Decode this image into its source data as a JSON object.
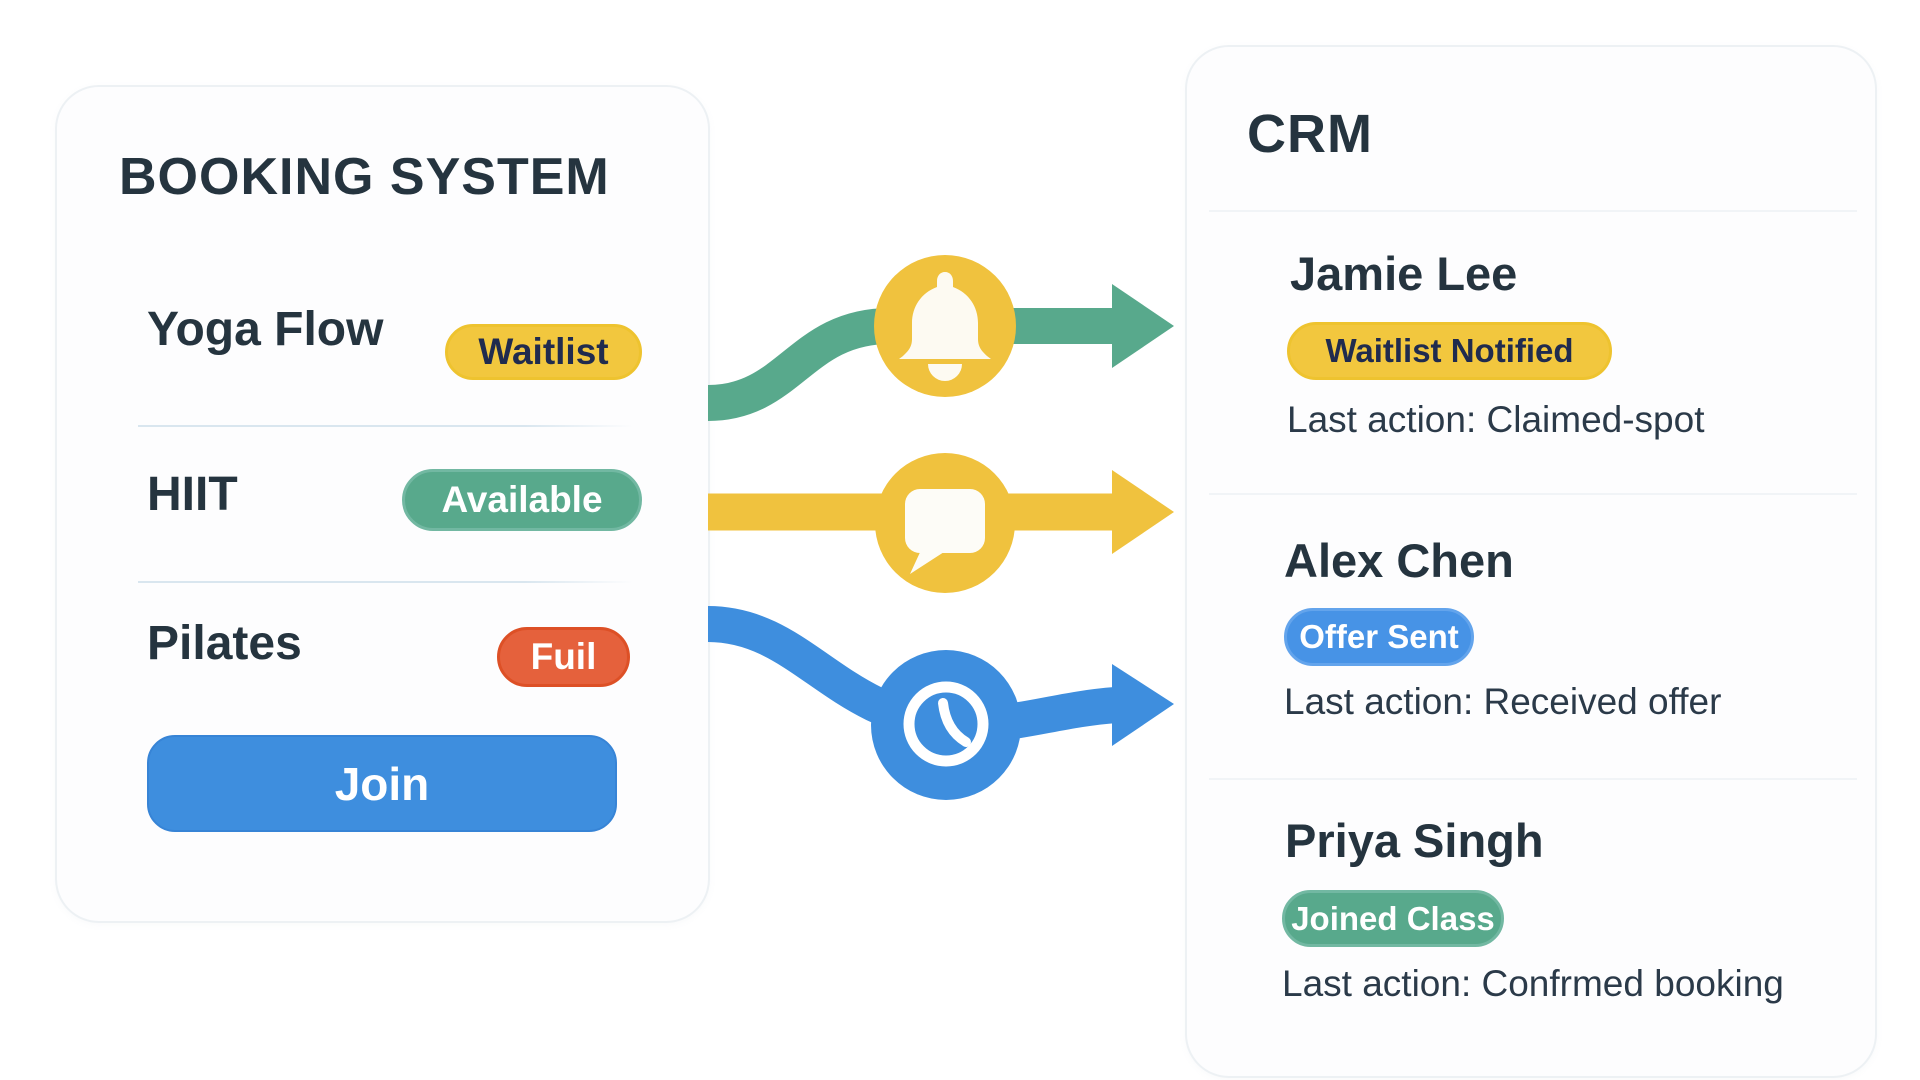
{
  "booking": {
    "title": "BOOKING SYSTEM",
    "classes": [
      {
        "name": "Yoga Flow",
        "status": "Waitlist"
      },
      {
        "name": "HIIT",
        "status": "Available"
      },
      {
        "name": "Pilates",
        "status": "Fuil"
      }
    ],
    "join_button": "Join"
  },
  "crm": {
    "title": "CRM",
    "contacts": [
      {
        "name": "Jamie Lee",
        "status": "Waitlist Notified",
        "last_action": "Last action: Claimed-spot"
      },
      {
        "name": "Alex Chen",
        "status": "Offer Sent",
        "last_action": "Last action: Received offer"
      },
      {
        "name": "Priya Singh",
        "status": "Joined Class",
        "last_action": "Last action: Confrmed booking"
      }
    ]
  },
  "flows": [
    {
      "icon": "bell-icon",
      "arrow_color": "#58a98c",
      "circle_color": "#f0c23e"
    },
    {
      "icon": "chat-icon",
      "arrow_color": "#f0c23e",
      "circle_color": "#f0c23e"
    },
    {
      "icon": "clock-icon",
      "arrow_color": "#3e8ede",
      "circle_color": "#3e8ede"
    }
  ],
  "colors": {
    "accent_blue": "#3e8ede",
    "accent_yellow": "#f2c73e",
    "accent_green": "#58a98c",
    "accent_red": "#e5613c",
    "heading_text": "#25343f",
    "badge_navy_text": "#202b4e"
  }
}
